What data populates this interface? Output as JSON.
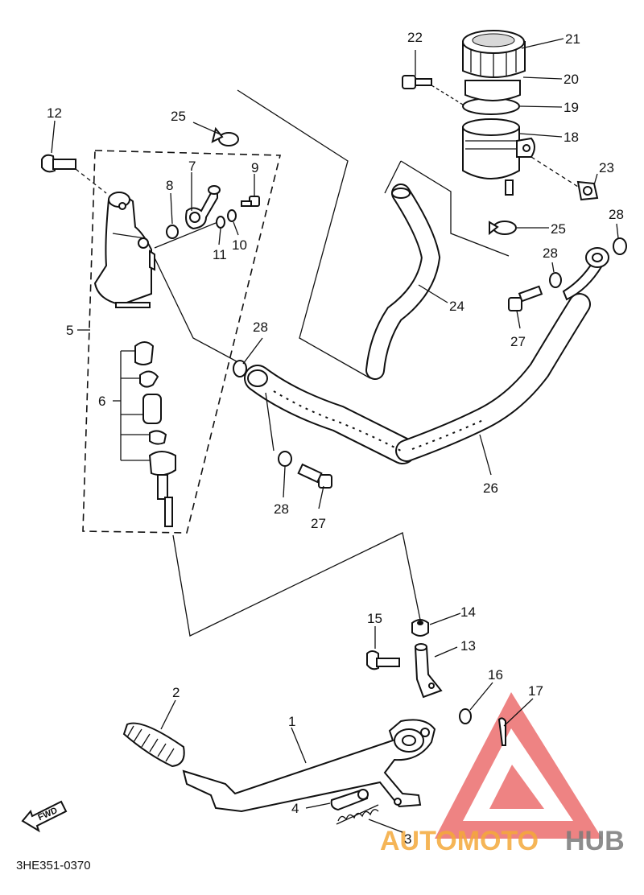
{
  "figure": {
    "code": "3HE351-0370",
    "fwd_label": "FWD"
  },
  "watermark": {
    "text_a": "AUTOMOTO",
    "text_b": "HUB",
    "color_red": "#e85a5a",
    "color_orange": "#f4a93a",
    "color_gray": "#7a7a7a"
  },
  "callouts": {
    "c1": "1",
    "c2": "2",
    "c3": "3",
    "c4": "4",
    "c5": "5",
    "c6": "6",
    "c7": "7",
    "c8": "8",
    "c9": "9",
    "c10": "10",
    "c11": "11",
    "c12": "12",
    "c13": "13",
    "c14": "14",
    "c15": "15",
    "c16": "16",
    "c17": "17",
    "c18": "18",
    "c19": "19",
    "c20": "20",
    "c21": "21",
    "c22": "22",
    "c23": "23",
    "c24": "24",
    "c25a": "25",
    "c25b": "25",
    "c26": "26",
    "c27a": "27",
    "c27b": "27",
    "c28a": "28",
    "c28b": "28",
    "c28c": "28",
    "c28d": "28"
  }
}
